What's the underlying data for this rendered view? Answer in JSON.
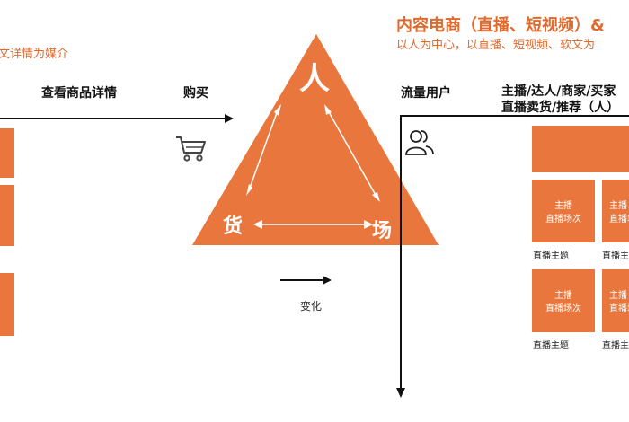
{
  "colors": {
    "accent": "#e8763d",
    "accent_text": "#e06a2e",
    "line": "#111111"
  },
  "left": {
    "subtitle": "文详情为媒介",
    "label_view": "查看商品详情",
    "label_buy": "购买"
  },
  "icons": {
    "cart": "shopping-cart-icon",
    "users": "users-icon"
  },
  "triangle": {
    "top": "人",
    "left": "货",
    "right": "场"
  },
  "change_label": "变化",
  "right": {
    "title": "内容电商（直播、短视频）&",
    "subtitle": "以人为中心，以直播、短视频、软文为",
    "label_traffic": "流量用户",
    "roles_line1": "主播/达人/商家/买家",
    "roles_line2": "直播卖货/推荐（人）",
    "tiles": [
      {
        "line1": "主播",
        "line2": "直播场次",
        "caption": "直播主题"
      },
      {
        "line1": "主播",
        "line2": "直播场次",
        "caption": "直播主题"
      },
      {
        "line1": "主播",
        "line2": "直播场次",
        "caption": "直播主题"
      },
      {
        "line1": "主播",
        "line2": "直播场次",
        "caption": "直播主题"
      }
    ]
  }
}
